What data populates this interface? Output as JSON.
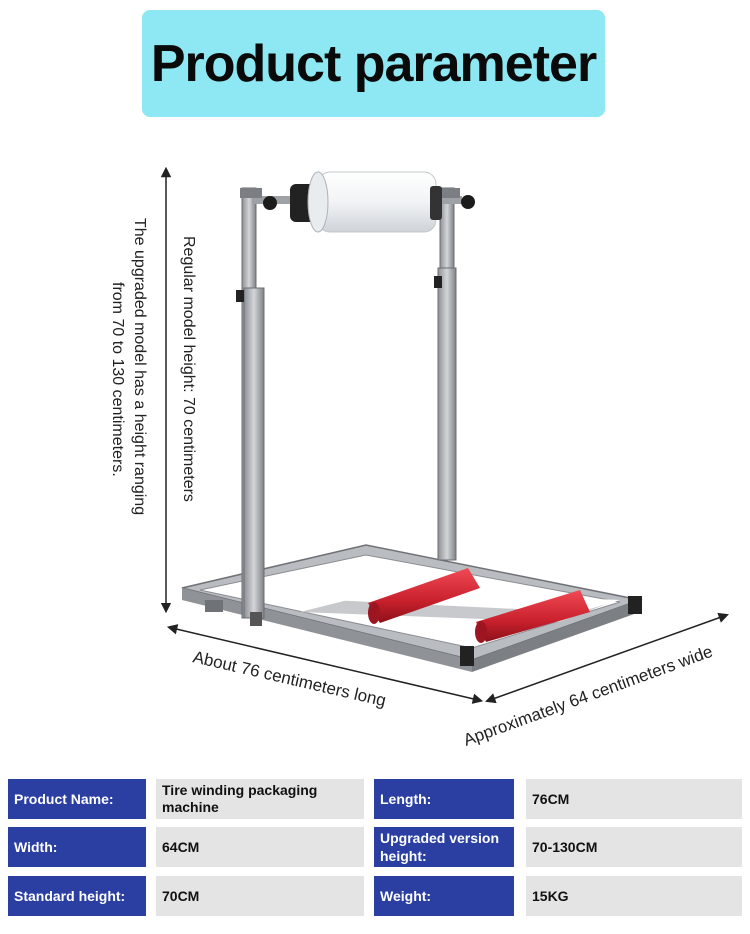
{
  "title": "Product parameter",
  "figure": {
    "height_regular": "Regular model height: 70 centimeters",
    "height_upgraded_line1": "The upgraded model has a height ranging",
    "height_upgraded_line2": "from 70 to 130 centimeters.",
    "length_label": "About 76 centimeters long",
    "width_label": "Approximately 64 centimeters wide"
  },
  "specs": [
    {
      "label": "Product Name:",
      "value": "Tire winding packaging machine"
    },
    {
      "label": "Length:",
      "value": "76CM"
    },
    {
      "label": "Width:",
      "value": "64CM"
    },
    {
      "label": "Upgraded version height:",
      "value": "70-130CM"
    },
    {
      "label": "Standard height:",
      "value": "70CM"
    },
    {
      "label": "Weight:",
      "value": "15KG"
    }
  ]
}
